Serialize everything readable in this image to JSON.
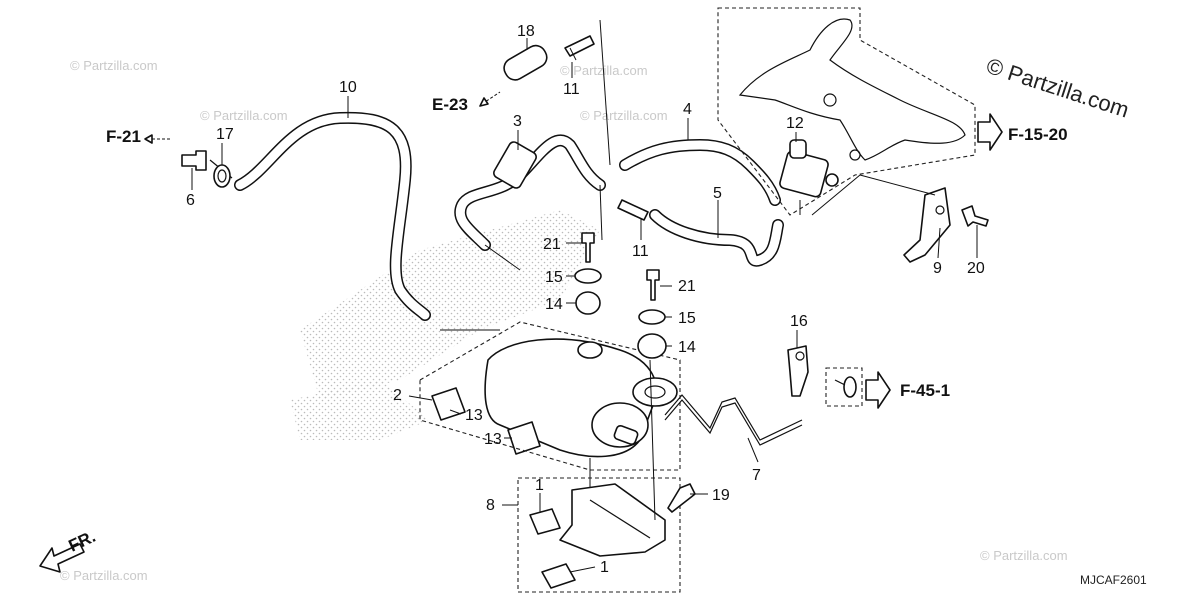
{
  "diagram": {
    "callouts": {
      "c1a": "1",
      "c1b": "1",
      "c2": "2",
      "c3": "3",
      "c4": "4",
      "c5": "5",
      "c6": "6",
      "c7": "7",
      "c8": "8",
      "c9": "9",
      "c10": "10",
      "c11a": "11",
      "c11b": "11",
      "c12": "12",
      "c13a": "13",
      "c13b": "13",
      "c14a": "14",
      "c14b": "14",
      "c15a": "15",
      "c15b": "15",
      "c16": "16",
      "c17": "17",
      "c18": "18",
      "c19": "19",
      "c20": "20",
      "c21a": "21",
      "c21b": "21"
    },
    "references": {
      "f21": "F-21",
      "e23": "E-23",
      "f1520": "F-15-20",
      "f451": "F-45-1"
    },
    "front_label": "FR.",
    "watermark": "© Partzilla.com",
    "copyright": "© Partzilla.com",
    "diagram_code": "MJCAF2601"
  }
}
